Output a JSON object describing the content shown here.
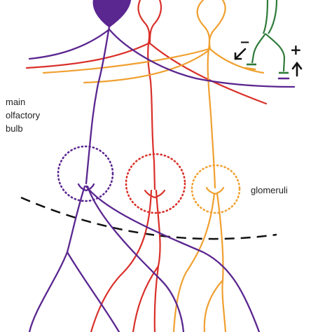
{
  "labels": {
    "region_line1": "main",
    "region_line2": "olfactory",
    "region_line3": "bulb",
    "glomeruli": "glomeruli",
    "minus_sign": "−",
    "plus_sign": "+"
  },
  "colors": {
    "purple": "#5a2690",
    "red": "#d9302a",
    "orange": "#f0a030",
    "green": "#2f7a3a",
    "boundary": "#111111",
    "text": "#222222"
  },
  "legend": {
    "cells": [
      "purple-mitral-cell",
      "red-mitral-cell",
      "orange-mitral-cell",
      "green-interneuron"
    ],
    "glomeruli": [
      "purple-glomerulus",
      "red-glomerulus",
      "orange-glomerulus"
    ]
  }
}
